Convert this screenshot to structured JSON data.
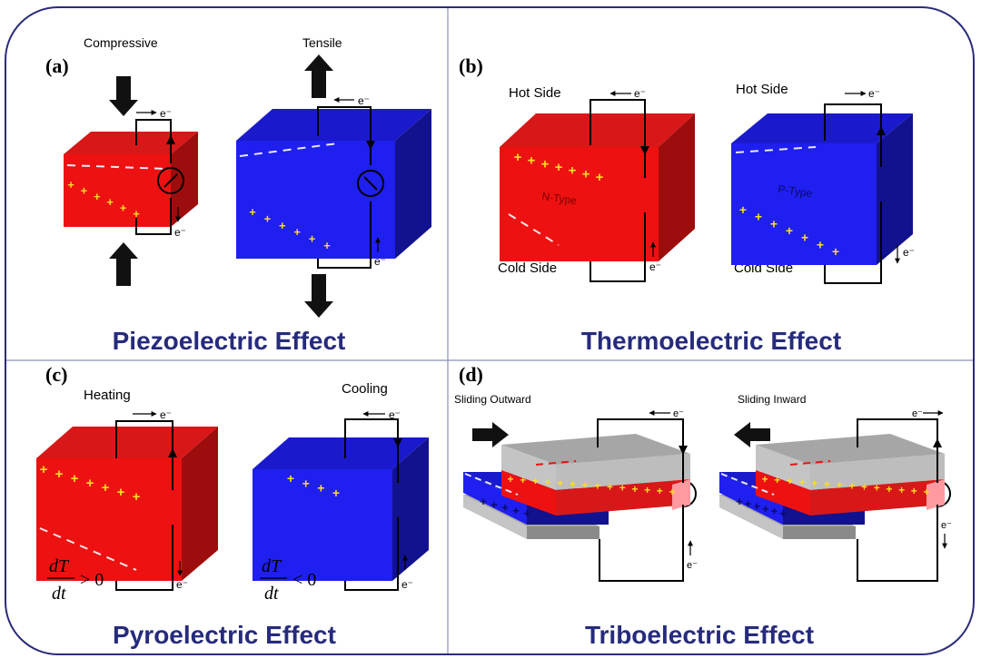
{
  "panels": {
    "a": {
      "letter": "(a)",
      "title": "Piezoelectric Effect",
      "left_label": "Compressive",
      "right_label": "Tensile"
    },
    "b": {
      "letter": "(b)",
      "title": "Thermoelectric Effect",
      "left_top": "Hot Side",
      "left_bottom": "Cold Side",
      "right_top": "Hot Side",
      "right_bottom": "Cold Side",
      "left_type": "N-Type",
      "right_type": "P-Type"
    },
    "c": {
      "letter": "(c)",
      "title": "Pyroelectric Effect",
      "left_label": "Heating",
      "right_label": "Cooling",
      "left_cond": {
        "num": "dT",
        "den": "dt",
        "rel": "> 0"
      },
      "right_cond": {
        "num": "dT",
        "den": "dt",
        "rel": "< 0"
      }
    },
    "d": {
      "letter": "(d)",
      "title": "Triboelectric Effect",
      "left_label": "Sliding Outward",
      "right_label": "Sliding Inward"
    }
  },
  "electron": "e⁻",
  "colors": {
    "frame": "#2a2c7a",
    "title": "#262b7d",
    "red_front": "#ee1111",
    "red_top": "#d81818",
    "red_side": "#9e0d0d",
    "blue_front": "#1f1ff0",
    "blue_top": "#1a1acc",
    "blue_side": "#12128e",
    "gray_top": "#a6a6a6",
    "gray_front": "#c4c4c4",
    "plus": "#ffdd22"
  }
}
